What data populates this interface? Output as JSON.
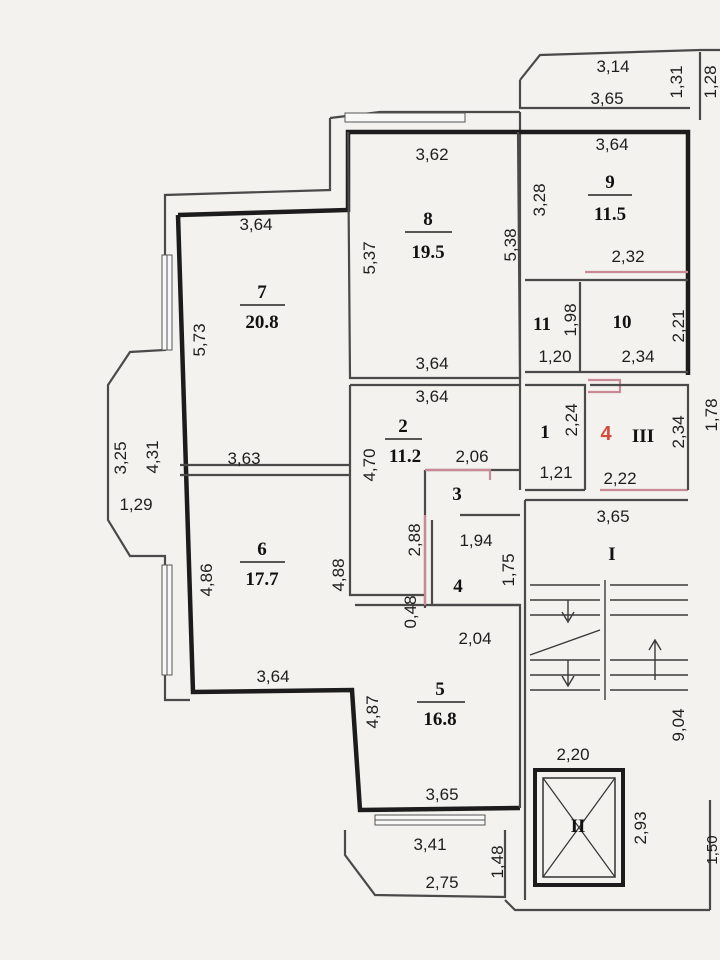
{
  "rooms": [
    {
      "id": "r1",
      "number": "1",
      "area": ""
    },
    {
      "id": "r2",
      "number": "2",
      "area": "11.2"
    },
    {
      "id": "r3",
      "number": "3",
      "area": ""
    },
    {
      "id": "r4",
      "number": "4",
      "area": ""
    },
    {
      "id": "r5",
      "number": "5",
      "area": "16.8"
    },
    {
      "id": "r6",
      "number": "6",
      "area": "17.7"
    },
    {
      "id": "r7",
      "number": "7",
      "area": "20.8"
    },
    {
      "id": "r8",
      "number": "8",
      "area": "19.5"
    },
    {
      "id": "r9",
      "number": "9",
      "area": "11.5"
    },
    {
      "id": "r10",
      "number": "10",
      "area": ""
    },
    {
      "id": "r11",
      "number": "11",
      "area": ""
    }
  ],
  "common_areas": [
    "I",
    "II",
    "III"
  ],
  "apartment_marker": "4",
  "dimensions": [
    "3,14",
    "1,31",
    "1,28",
    "3,65",
    "3,62",
    "3,64",
    "3,28",
    "5,37",
    "5,38",
    "3,64",
    "5,73",
    "2,32",
    "2,21",
    "1,98",
    "1,20",
    "2,34",
    "3,64",
    "3,64",
    "2,24",
    "2,34",
    "1,78",
    "3,25",
    "4,31",
    "1,29",
    "3,63",
    "4,70",
    "2,06",
    "1,21",
    "2,22",
    "2,88",
    "3,65",
    "1,94",
    "1,75",
    "4,86",
    "4,88",
    "0,48",
    "2,04",
    "9,04",
    "3,64",
    "4,87",
    "2,20",
    "2,93",
    "3,65",
    "3,41",
    "1,48",
    "2,75",
    "1,50"
  ]
}
